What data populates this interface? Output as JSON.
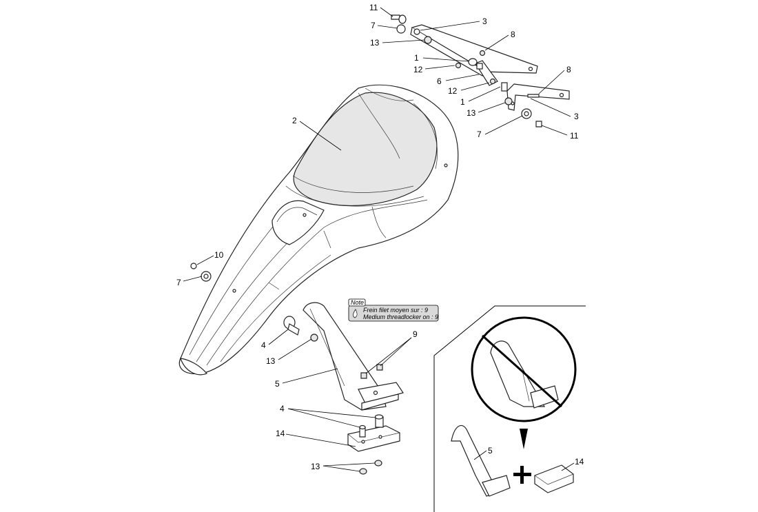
{
  "callouts": {
    "c11a": "11",
    "c7a": "7",
    "c13a": "13",
    "c3a": "3",
    "c8a": "8",
    "c1a": "1",
    "c12a": "12",
    "c6": "6",
    "c12b": "12",
    "c8b": "8",
    "c1b": "1",
    "c13b": "13",
    "c3b": "3",
    "c7b": "7",
    "c11b": "11",
    "c2": "2",
    "c10": "10",
    "c7c": "7",
    "c4a": "4",
    "c13c": "13",
    "c5a": "5",
    "c9": "9",
    "c4b": "4",
    "c14a": "14",
    "c13d": "13",
    "c5b": "5",
    "c14b": "14"
  },
  "note": {
    "tag": "Note",
    "line1": "Frein filet moyen sur : 9",
    "line2": "Medium threadlocker on : 9"
  },
  "colors": {
    "seat_fill": "#e6e6e6",
    "note_fill": "#d9d9d9",
    "line": "#000000"
  }
}
